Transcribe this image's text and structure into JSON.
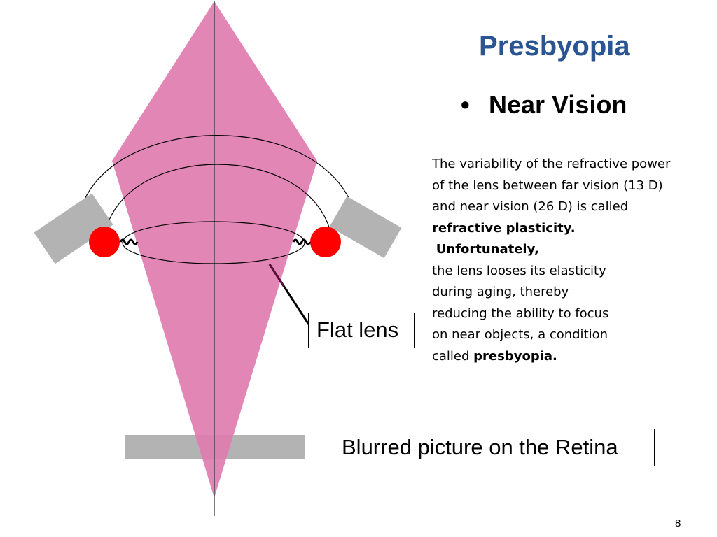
{
  "slide": {
    "title": "Presbyopia",
    "bullet_char": "•",
    "subtitle": "Near Vision",
    "page_number": "8"
  },
  "body": {
    "line1": "The variability of the refractive power",
    "line2": "of the lens between far vision (13 D)",
    "line3": "and near vision (26 D) is called",
    "line4_bold": "refractive plasticity.",
    "line5_bold": "Unfortunately,",
    "line6": "the lens looses its elasticity",
    "line7": "during aging, thereby",
    "line8": "reducing the ability to focus",
    "line9": "on near objects, a condition",
    "line10_prefix": "called ",
    "line10_bold": "presbyopia."
  },
  "labels": {
    "flat_lens": "Flat lens",
    "retina": "Blurred picture on the Retina"
  },
  "colors": {
    "title": "#2a5592",
    "light_cone": "#e07cb0",
    "muscle": "#b3b3b3",
    "ciliary_body": "#ff0000",
    "retina_bar": "#b3b3b3"
  }
}
